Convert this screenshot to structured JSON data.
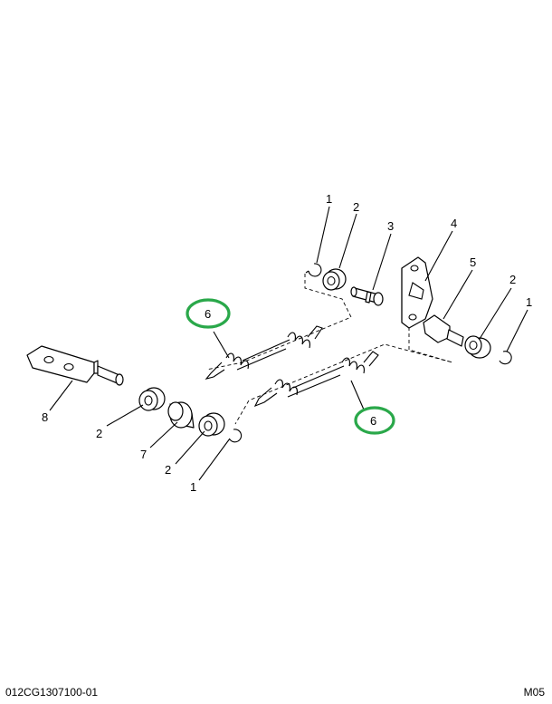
{
  "callouts": {
    "c1_top": "1",
    "c2_top": "2",
    "c3": "3",
    "c4": "4",
    "c5": "5",
    "c2_right": "2",
    "c1_right": "1",
    "c6_left": "6",
    "c6_right": "6",
    "c8": "8",
    "c2_left": "2",
    "c7": "7",
    "c2_bottom": "2",
    "c1_bottom": "1"
  },
  "highlight_color": "#2aa84a",
  "footer": {
    "drawing_number": "012CG1307100-01",
    "sheet_code": "M05"
  }
}
